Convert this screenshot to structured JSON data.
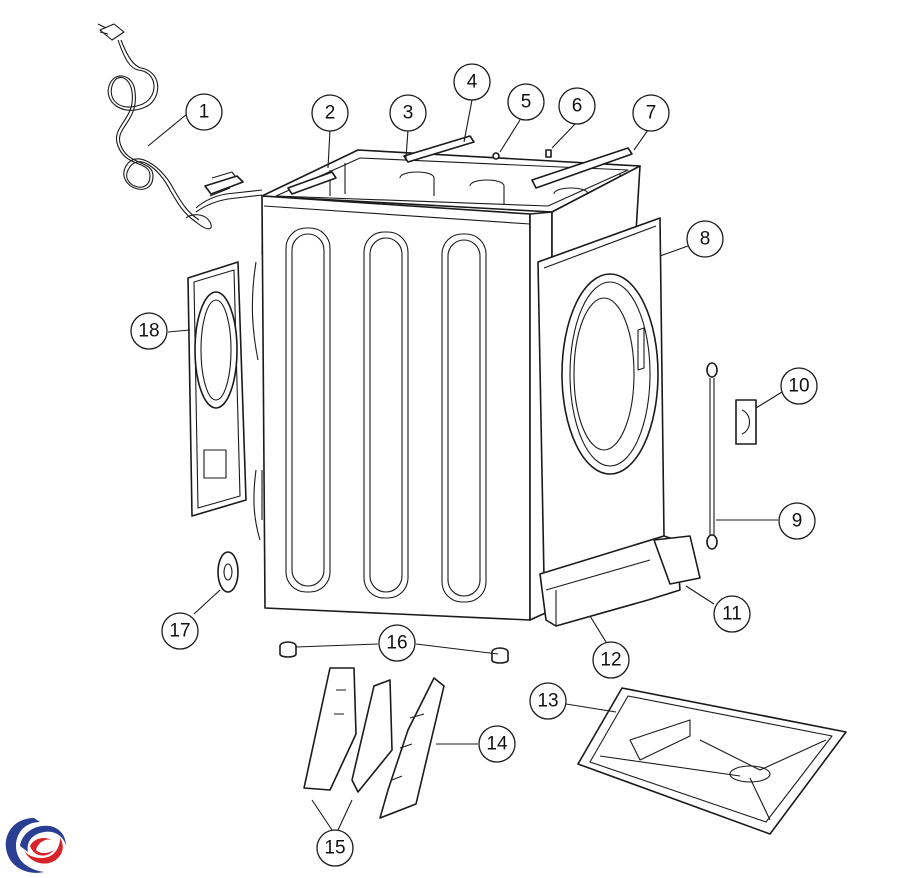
{
  "colors": {
    "line": "#1a1a1a",
    "logo_blue": "#2a3f93",
    "logo_red": "#d8232a"
  },
  "callouts": [
    {
      "num": "1",
      "part": "power-cord"
    },
    {
      "num": "2",
      "part": "side-rail-left"
    },
    {
      "num": "3",
      "part": "top-bracket"
    },
    {
      "num": "4",
      "part": "top-rail-rear"
    },
    {
      "num": "5",
      "part": "screw"
    },
    {
      "num": "6",
      "part": "clip"
    },
    {
      "num": "7",
      "part": "top-rail-right"
    },
    {
      "num": "8",
      "part": "front-panel"
    },
    {
      "num": "9",
      "part": "cable"
    },
    {
      "num": "10",
      "part": "hinge-bracket"
    },
    {
      "num": "11",
      "part": "service-cover"
    },
    {
      "num": "12",
      "part": "kick-plate"
    },
    {
      "num": "13",
      "part": "base-frame"
    },
    {
      "num": "14",
      "part": "cover-plate"
    },
    {
      "num": "15",
      "part": "brackets"
    },
    {
      "num": "16",
      "part": "feet"
    },
    {
      "num": "17",
      "part": "washer"
    },
    {
      "num": "18",
      "part": "rear-panel"
    }
  ],
  "logo": {
    "icon": "brand-swirl-icon"
  }
}
